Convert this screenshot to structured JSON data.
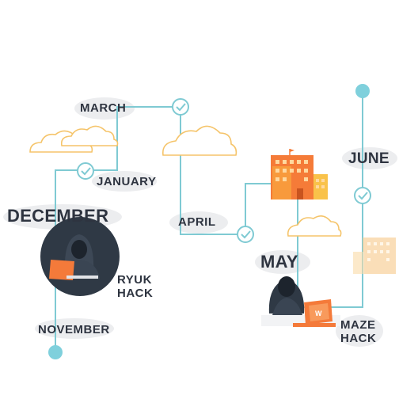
{
  "timeline": {
    "months": {
      "december": "DECEMBER",
      "november": "NOVEMBER",
      "january": "JANUARY",
      "march": "MARCH",
      "april": "APRIL",
      "may": "MAY",
      "june": "JUNE"
    },
    "events": {
      "ryuk_line1": "RYUK",
      "ryuk_line2": "HACK",
      "maze_line1": "MAZE",
      "maze_line2": "HACK"
    }
  },
  "colors": {
    "line": "#7fcad3",
    "check": "#7fcad3",
    "node": "#7fd0dc",
    "cloud": "#f5c46a",
    "building": "#f57b38",
    "building_faded": "#f8c98a",
    "laptop": "#f47a3a",
    "hacker": "#2f3945",
    "text": "#2e3440"
  }
}
